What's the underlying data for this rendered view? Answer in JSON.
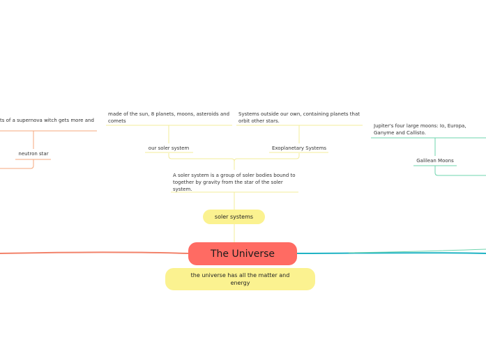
{
  "center": {
    "title": "The Universe"
  },
  "subtitle": {
    "text": "the universe has all the matter and energy"
  },
  "solar": {
    "label": "soler systems",
    "definition": "A soler system is a group of soler bodies bound to together by gravity from the star of the soler system.",
    "our": {
      "label": "our soler system",
      "detail": "made of the sun, 8 planets, moons, asteroids and comets"
    },
    "exo": {
      "label": "Exoplanetary Systems",
      "detail": "Systems outside our own, containing planets that orbit other stars."
    }
  },
  "left": {
    "detail": "ts of a supernova witch gets more and",
    "label": "neutron star"
  },
  "right": {
    "detail": "Jupiter's four large moons: Io, Europa, Ganyme and Callisto.",
    "label": "Galilean Moons"
  },
  "colors": {
    "center": "#ff6b63",
    "yellow_pill": "#fbf290",
    "yellow_line": "#f3ec9a",
    "orange_line": "#f5a77c",
    "red_line": "#f06b5a",
    "teal_line": "#1fb3c4",
    "green_line": "#6ed4ae"
  }
}
